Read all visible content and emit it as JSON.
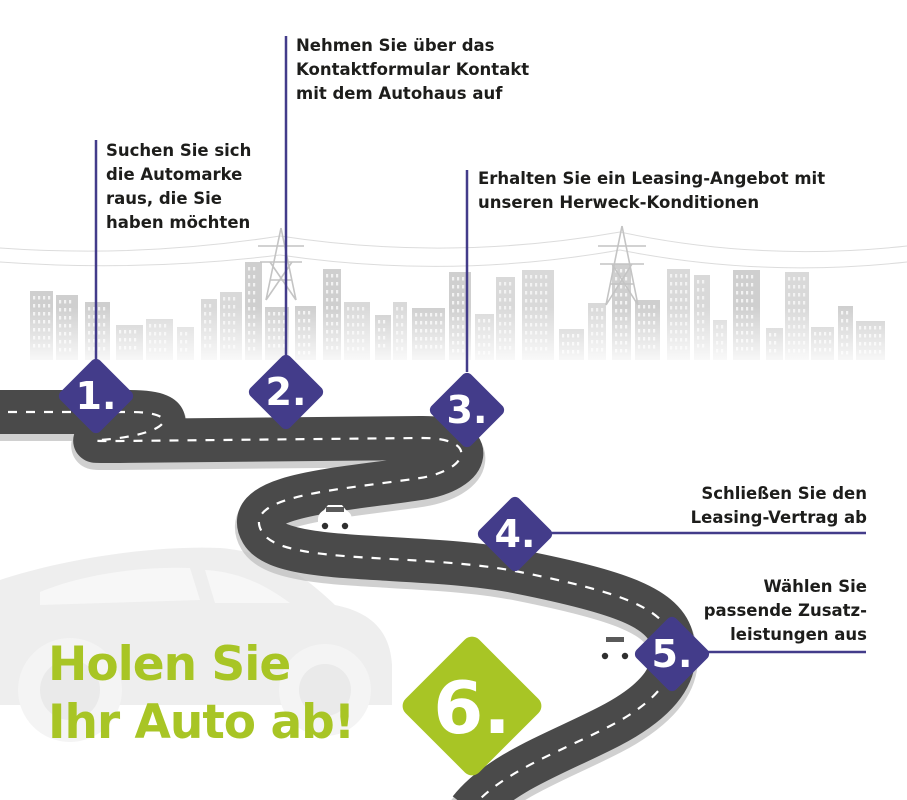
{
  "steps": [
    {
      "number": "1.",
      "lines": [
        "Suchen Sie sich",
        "die Automarke",
        "raus, die Sie",
        "haben möchten"
      ]
    },
    {
      "number": "2.",
      "lines": [
        "Nehmen Sie über das",
        "Kontaktformular Kontakt",
        "mit dem Autohaus auf"
      ]
    },
    {
      "number": "3.",
      "lines": [
        "Erhalten Sie ein Leasing-Angebot mit",
        "unseren Herweck-Konditionen"
      ]
    },
    {
      "number": "4.",
      "lines": [
        "Schließen Sie den",
        "Leasing-Vertrag ab"
      ]
    },
    {
      "number": "5.",
      "lines": [
        "Wählen Sie",
        "passende Zusatz-",
        "leistungen aus"
      ]
    }
  ],
  "final_step": {
    "number": "6.",
    "lines": [
      "Holen Sie",
      "Ihr Auto ab!"
    ]
  },
  "colors": {
    "badge": "#433c8a",
    "final_badge": "#a8c525",
    "headline": "#a8c525",
    "road": "#4a4a4a",
    "road_marking": "#ffffff",
    "skyline": "#d6d6d6"
  },
  "icons": [
    "city-skyline-icon",
    "power-pylon-icon",
    "car-icon",
    "car-silhouette-icon"
  ]
}
